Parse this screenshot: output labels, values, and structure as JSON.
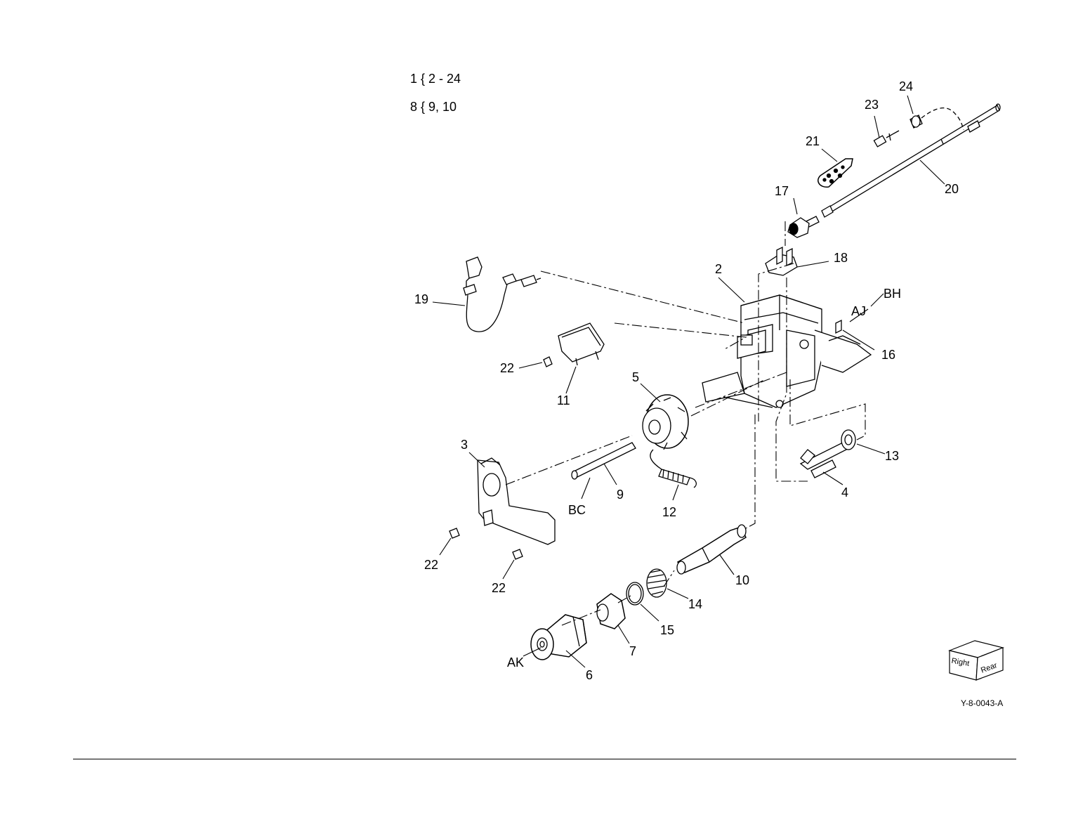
{
  "legend": [
    {
      "text": "1 { 2 - 24"
    },
    {
      "text": "8 { 9, 10"
    }
  ],
  "callouts": {
    "c2": "2",
    "c3": "3",
    "c4": "4",
    "c5": "5",
    "c6": "6",
    "c7": "7",
    "c9": "9",
    "c10": "10",
    "c11": "11",
    "c12": "12",
    "c13": "13",
    "c14": "14",
    "c15": "15",
    "c16": "16",
    "c17": "17",
    "c18": "18",
    "c19": "19",
    "c20": "20",
    "c21": "21",
    "c22a": "22",
    "c22b": "22",
    "c22c": "22",
    "c23": "23",
    "c24": "24",
    "cAJ": "AJ",
    "cBH": "BH",
    "cBC": "BC",
    "cAK": "AK"
  },
  "orientation": {
    "right": "Right",
    "rear": "Rear"
  },
  "figure_id": "Y-8-0043-A"
}
